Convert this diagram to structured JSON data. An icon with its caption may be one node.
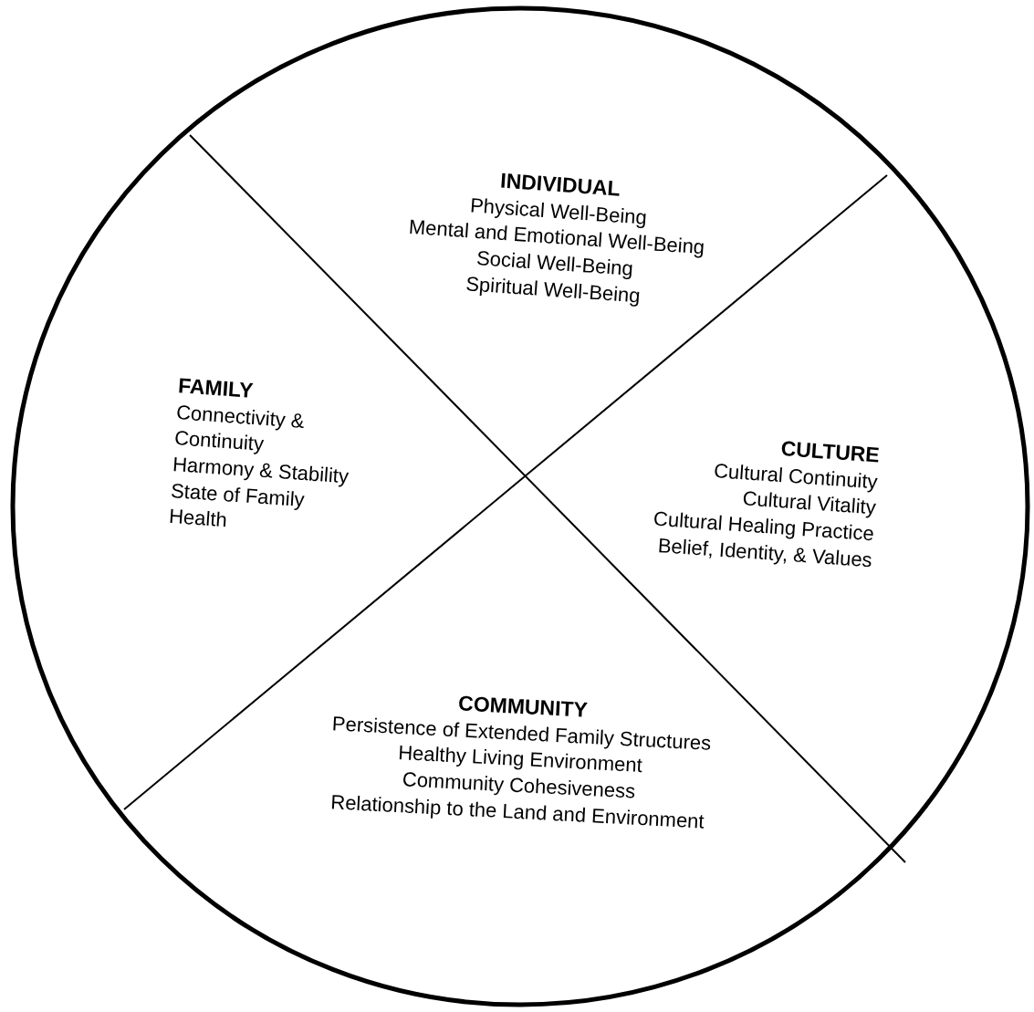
{
  "diagram": {
    "nodes": [
      {
        "text": [],
        "shape": "circle"
      },
      {
        "text": [
          "INDIVIDUAL",
          "Physical Well-Being",
          "Mental and Emotional Well-Being",
          "Social Well-Being",
          "Spiritual Well-Being"
        ],
        "in": 0
      },
      {
        "text": [
          "FAMILY",
          "Connectivity & Continuity",
          "Harmony & Stability",
          "State of Family Health"
        ],
        "in": 0
      },
      {
        "text": [
          "CULTURE",
          "Cultural Continuity",
          "Cultural Vitality",
          "Cultural Healing Practice",
          "Belief, Identity, & Values"
        ],
        "in": 0
      },
      {
        "text": [
          "COMMUNITY",
          "Persistence of Extended Family Structures",
          "Healthy Living Environment",
          "Community Cohesiveness",
          "Relationship to the Land and Environment"
        ],
        "in": 0
      }
    ]
  }
}
